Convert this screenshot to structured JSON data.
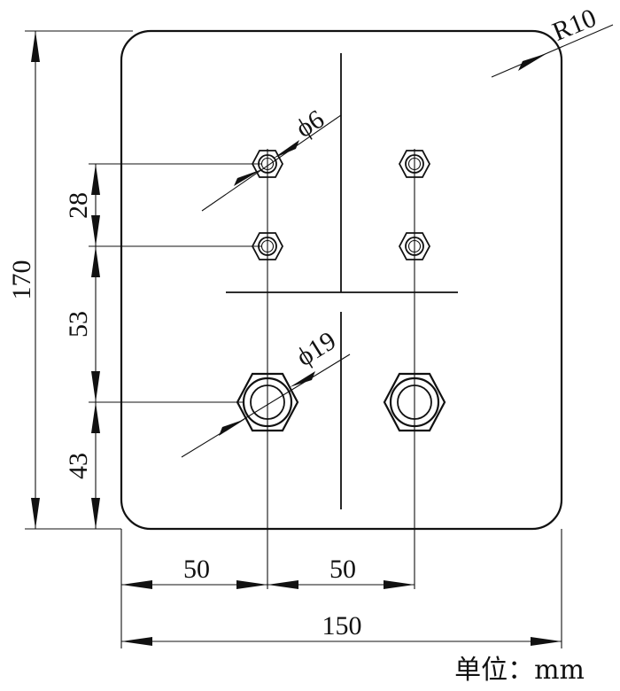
{
  "drawing": {
    "dimensions": {
      "overall_width": "150",
      "left_span": "50",
      "right_span": "50",
      "overall_height": "170",
      "top_spacing": "28",
      "middle_spacing": "53",
      "bottom_spacing": "43",
      "corner_radius": "R10",
      "small_hole_dia": "ϕ6",
      "large_hole_dia": "ϕ19"
    },
    "unit_label": "单位：mm"
  }
}
